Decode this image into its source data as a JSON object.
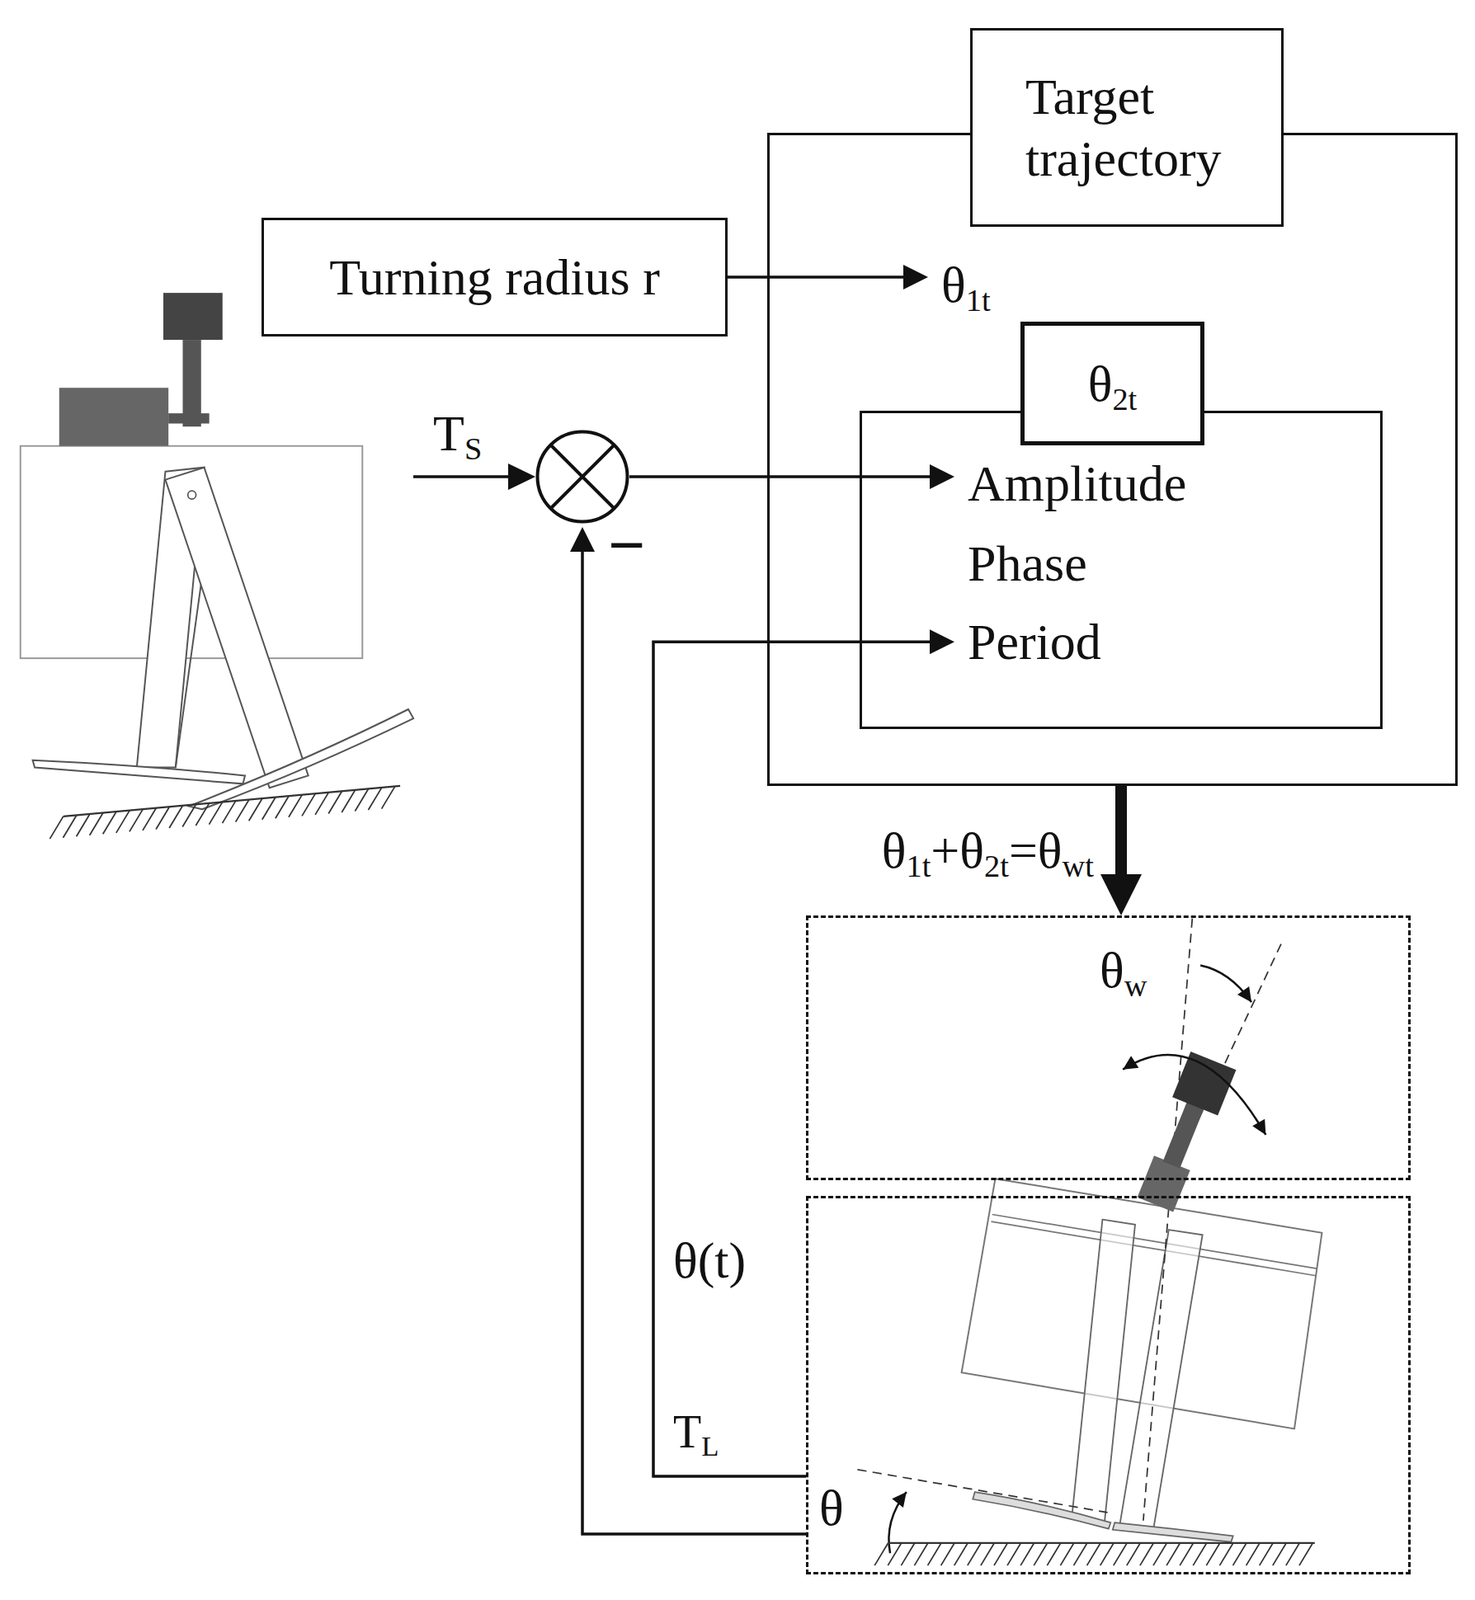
{
  "diagram": {
    "nodes": [
      {
        "text": [
          "Target trajectory",
          "θ1t"
        ]
      },
      {
        "text": [
          "Turning radius r"
        ]
      },
      {
        "text": [
          "θ2t",
          "Amplitude",
          "Phase",
          "Period"
        ],
        "in": 0
      },
      {
        "text": [
          "−"
        ]
      },
      {
        "text": [
          "θw"
        ]
      },
      {
        "text": [
          "θ"
        ]
      }
    ],
    "edges": [
      {
        "from": 1,
        "to": 0,
        "arrow": "to"
      },
      {
        "from": 3,
        "to": 2,
        "arrow": "to"
      },
      {
        "from": 5,
        "to": 3,
        "arrow": "to"
      },
      {
        "from": 5,
        "to": 2,
        "arrow": "to"
      },
      {
        "from": 0,
        "to": 4,
        "arrow": "to",
        "label": "θ1t+θ2t=θwt"
      }
    ],
    "labels": [
      "TS",
      "θ(t)",
      "TL"
    ]
  }
}
